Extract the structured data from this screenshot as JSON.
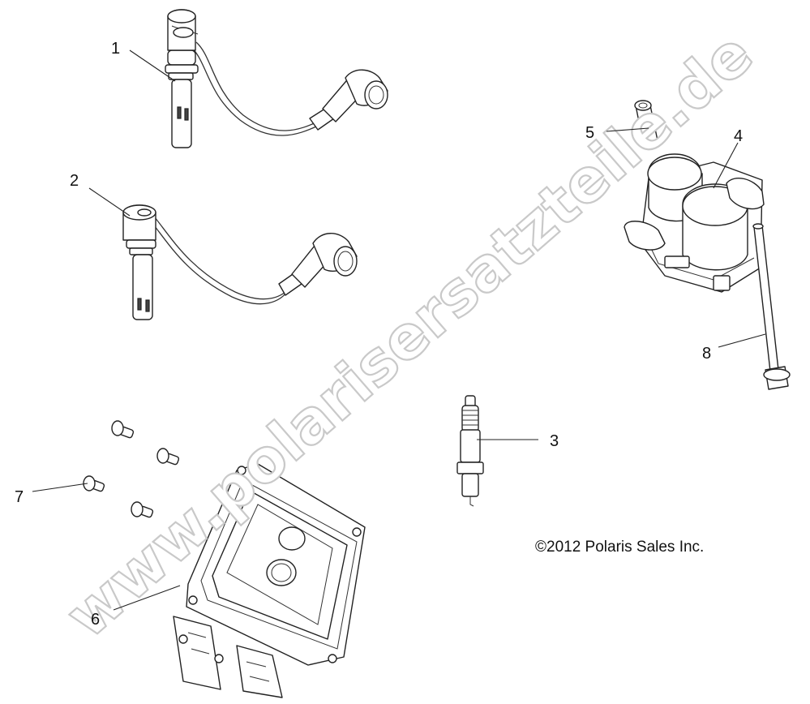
{
  "callouts": {
    "c1": "1",
    "c2": "2",
    "c3": "3",
    "c4": "4",
    "c5": "5",
    "c6": "6",
    "c7": "7",
    "c8": "8"
  },
  "copyright": "©2012 Polaris Sales Inc.",
  "watermark": "www.polarisersatzteile.de",
  "colors": {
    "line": "#222222",
    "watermark_outline": "#c9c9c9",
    "background": "#ffffff"
  }
}
